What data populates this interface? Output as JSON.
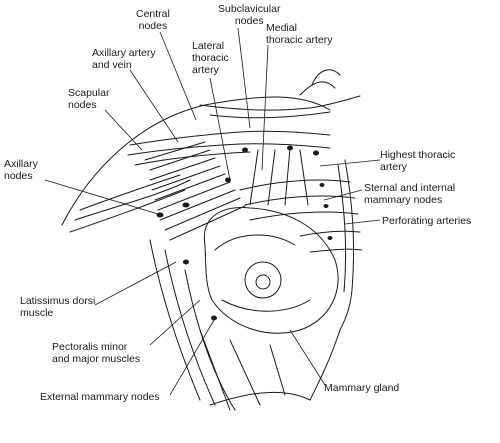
{
  "labels": {
    "central_nodes": [
      "Central",
      "nodes"
    ],
    "subclavicular_nodes": [
      "Subclavicular",
      "nodes"
    ],
    "medial_thoracic_artery": [
      "Medial",
      "thoracic artery"
    ],
    "lateral_thoracic_artery": [
      "Lateral",
      "thoracic",
      "artery"
    ],
    "axillary_artery_vein": [
      "Axillary artery",
      "and vein"
    ],
    "scapular_nodes": [
      "Scapular",
      "nodes"
    ],
    "axillary_nodes": [
      "Axillary",
      "nodes"
    ],
    "highest_thoracic_artery": [
      "Highest thoracic",
      "artery"
    ],
    "sternal_internal_mammary": [
      "Sternal and internal",
      "mammary nodes"
    ],
    "perforating_arteries": [
      "Perforating arteries"
    ],
    "latissimus_dorsi": [
      "Latissimus dorsi",
      "muscle"
    ],
    "pectoralis": [
      "Pectoralis minor",
      "and major muscles"
    ],
    "external_mammary_nodes": [
      "External mammary nodes"
    ],
    "mammary_gland": [
      "Mammary gland"
    ]
  },
  "colors": {
    "ink": "#1a1a1a",
    "background": "#ffffff"
  }
}
